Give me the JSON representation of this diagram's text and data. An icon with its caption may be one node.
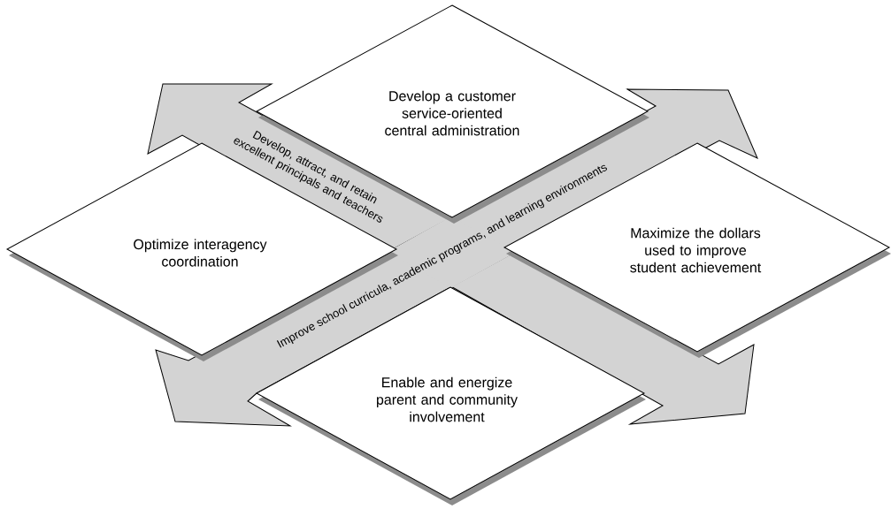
{
  "diagram": {
    "nodes": [
      {
        "text": [
          "Develop a customer service-oriented central administration"
        ]
      },
      {
        "text": [
          "Develop, attract, and retain excellent principals and teachers"
        ]
      },
      {
        "text": [
          "Optimize interagency coordination"
        ]
      },
      {
        "text": [
          "Maximize the dollars used to improve student achievement"
        ]
      },
      {
        "text": [
          "Improve school curricula, academic programs, and learning environments"
        ]
      },
      {
        "text": [
          "Enable and energize parent and community involvement"
        ]
      }
    ]
  }
}
